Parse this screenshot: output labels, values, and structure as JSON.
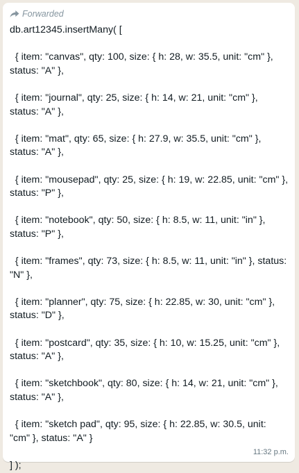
{
  "message": {
    "forwarded_label": "Forwarded",
    "header_line": "db.art12345.insertMany( [",
    "documents": [
      "  { item: \"canvas\", qty: 100, size: { h: 28, w: 35.5, unit: \"cm\" }, status: \"A\" },",
      "  { item: \"journal\", qty: 25, size: { h: 14, w: 21, unit: \"cm\" }, status: \"A\" },",
      "  { item: \"mat\", qty: 65, size: { h: 27.9, w: 35.5, unit: \"cm\" }, status: \"A\" },",
      "  { item: \"mousepad\", qty: 25, size: { h: 19, w: 22.85, unit: \"cm\" }, status: \"P\" },",
      "  { item: \"notebook\", qty: 50, size: { h: 8.5, w: 11, unit: \"in\" }, status: \"P\" },",
      "  { item: \"frames\", qty: 73, size: { h: 8.5, w: 11, unit: \"in\" }, status: \"N\" },",
      "  { item: \"planner\", qty: 75, size: { h: 22.85, w: 30, unit: \"cm\" }, status: \"D\" },",
      "  { item: \"postcard\", qty: 35, size: { h: 10, w: 15.25, unit: \"cm\" }, status: \"A\" },",
      "  { item: \"sketchbook\", qty: 80, size: { h: 14, w: 21, unit: \"cm\" }, status: \"A\" },",
      "  { item: \"sketch pad\", qty: 95, size: { h: 22.85, w: 30.5, unit: \"cm\" }, status: \"A\" }"
    ],
    "footer_line": "] );",
    "timestamp": "11:32 p.m."
  }
}
